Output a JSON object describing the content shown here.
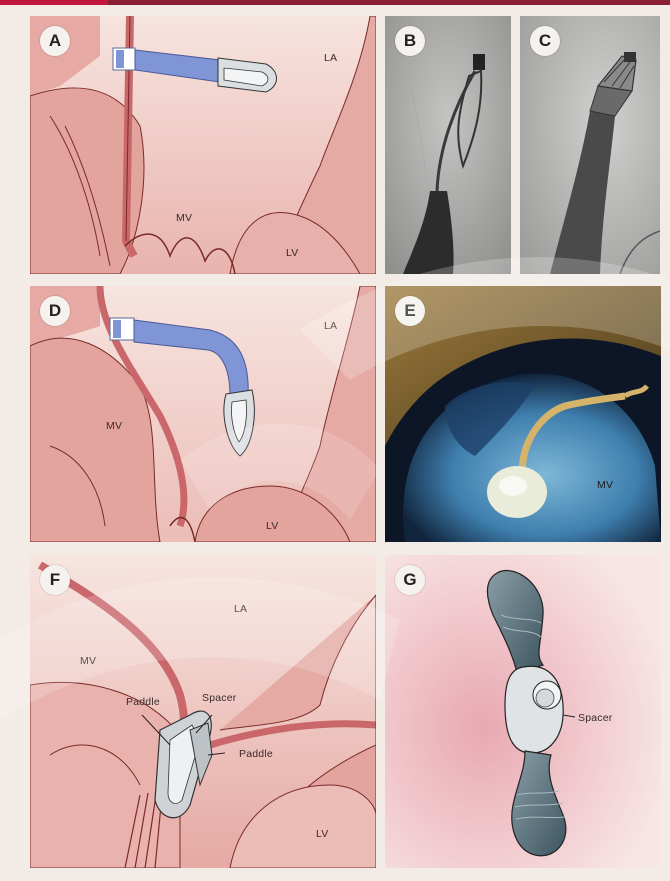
{
  "panels": {
    "a": {
      "letter": "A",
      "labels": {
        "la": "LA",
        "mv": "MV",
        "lv": "LV"
      }
    },
    "b": {
      "letter": "B"
    },
    "c": {
      "letter": "C"
    },
    "d": {
      "letter": "D",
      "labels": {
        "la": "LA",
        "mv": "MV",
        "lv": "LV"
      }
    },
    "e": {
      "letter": "E",
      "labels": {
        "mv": "MV"
      }
    },
    "f": {
      "letter": "F",
      "labels": {
        "la": "LA",
        "mv": "MV",
        "lv": "LV",
        "paddle_left": "Paddle",
        "spacer": "Spacer",
        "paddle_right": "Paddle"
      }
    },
    "g": {
      "letter": "G",
      "labels": {
        "spacer": "Spacer"
      }
    }
  },
  "colors": {
    "tissue": "#e8b1ac",
    "tissue_dark": "#c9676a",
    "chamber": "#f5dfd9",
    "catheter": "#7f95d6",
    "clip": "#b7bcc0",
    "frame_bar": "#8a1f33"
  }
}
